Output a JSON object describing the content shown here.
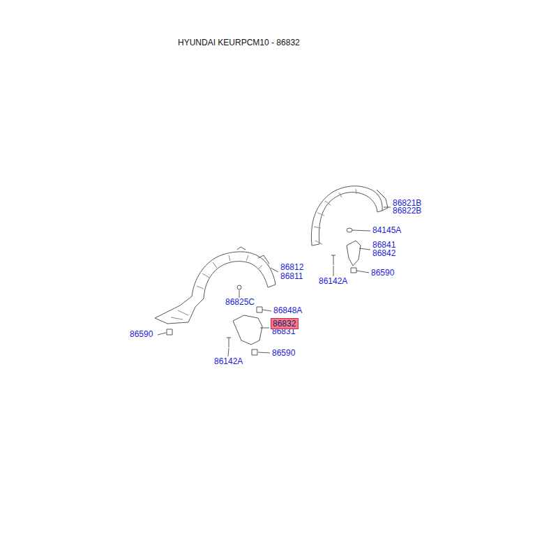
{
  "diagram": {
    "title": "HYUNDAI KEURPCM10 - 86832",
    "nodes": [
      {
        "text": [
          "86832"
        ]
      }
    ],
    "labels": [
      "86821B",
      "86822B",
      "84145A",
      "86841",
      "86842",
      "86142A",
      "86590",
      "86812",
      "86811",
      "86825C",
      "86848A",
      "86831",
      "86590",
      "86142A",
      "86590"
    ]
  }
}
